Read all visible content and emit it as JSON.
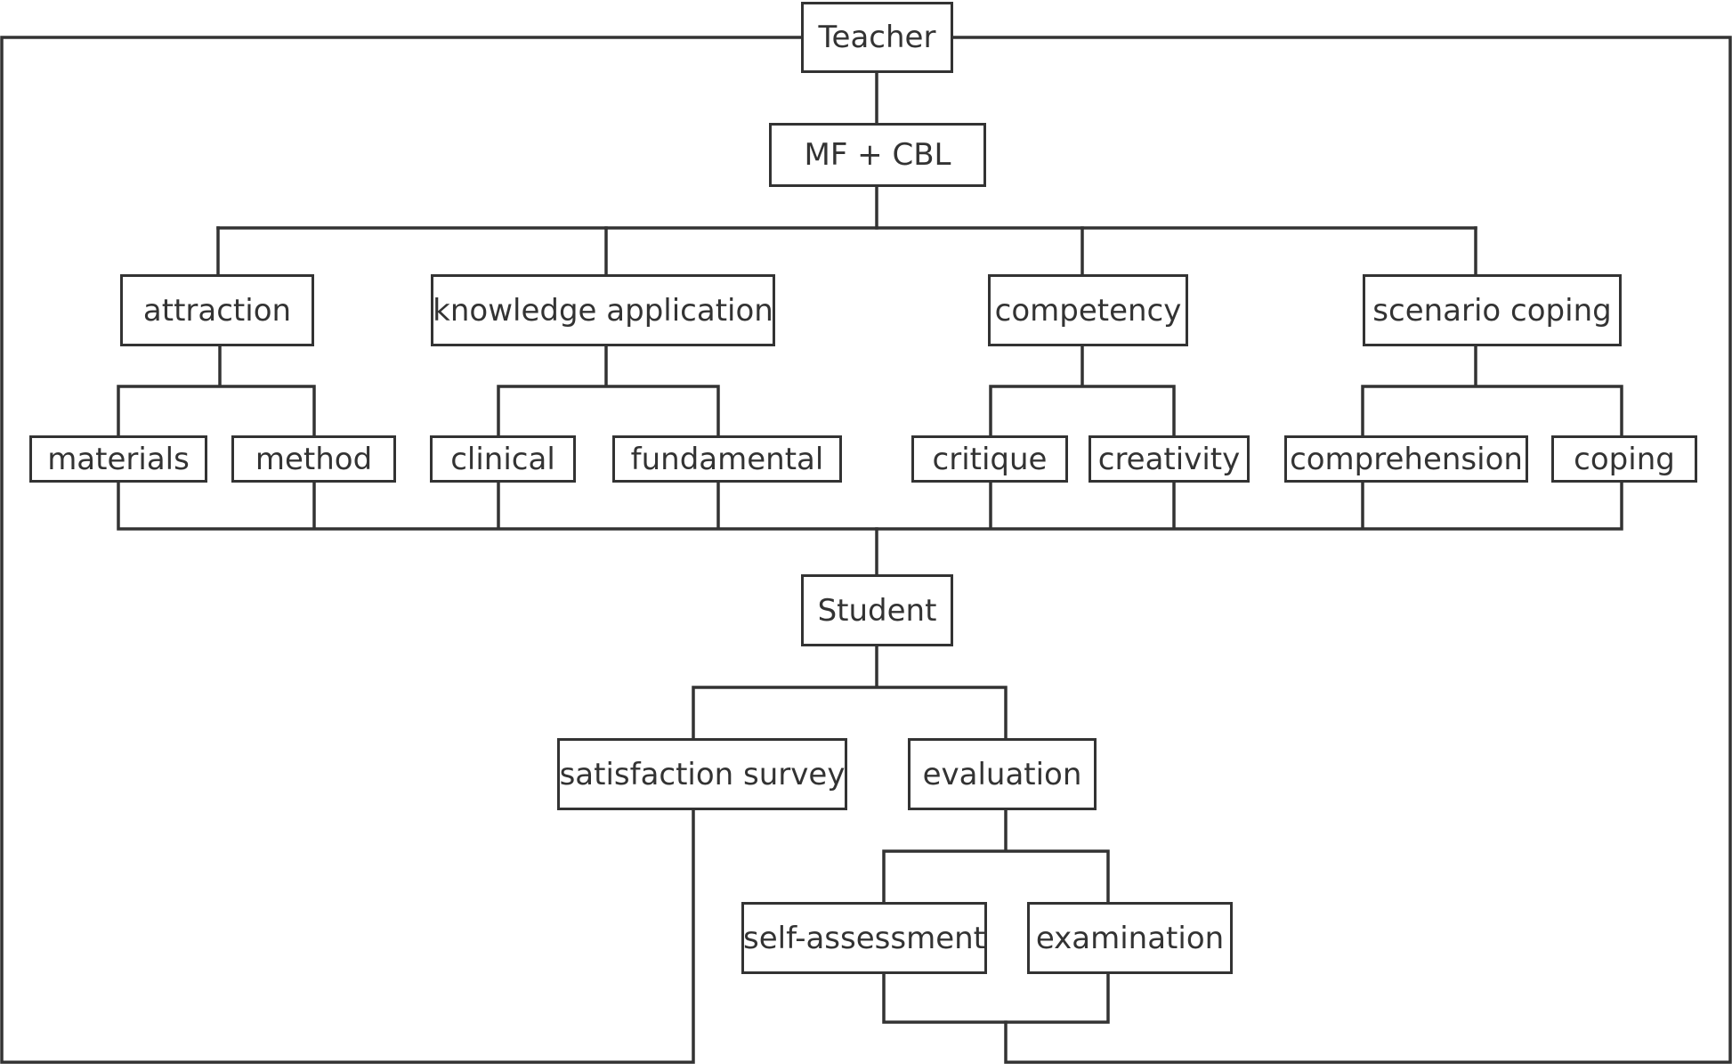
{
  "nodes": {
    "teacher": "Teacher",
    "mf_cbl": "MF + CBL",
    "attraction": "attraction",
    "knowledge_application": "knowledge application",
    "competency": "competency",
    "scenario_coping": "scenario coping",
    "materials": "materials",
    "method": "method",
    "clinical": "clinical",
    "fundamental": "fundamental",
    "critique": "critique",
    "creativity": "creativity",
    "comprehension": "comprehension",
    "coping": "coping",
    "student": "Student",
    "satisfaction_survey": "satisfaction survey",
    "evaluation": "evaluation",
    "self_assessment": "self-assessment",
    "examination": "examination"
  }
}
